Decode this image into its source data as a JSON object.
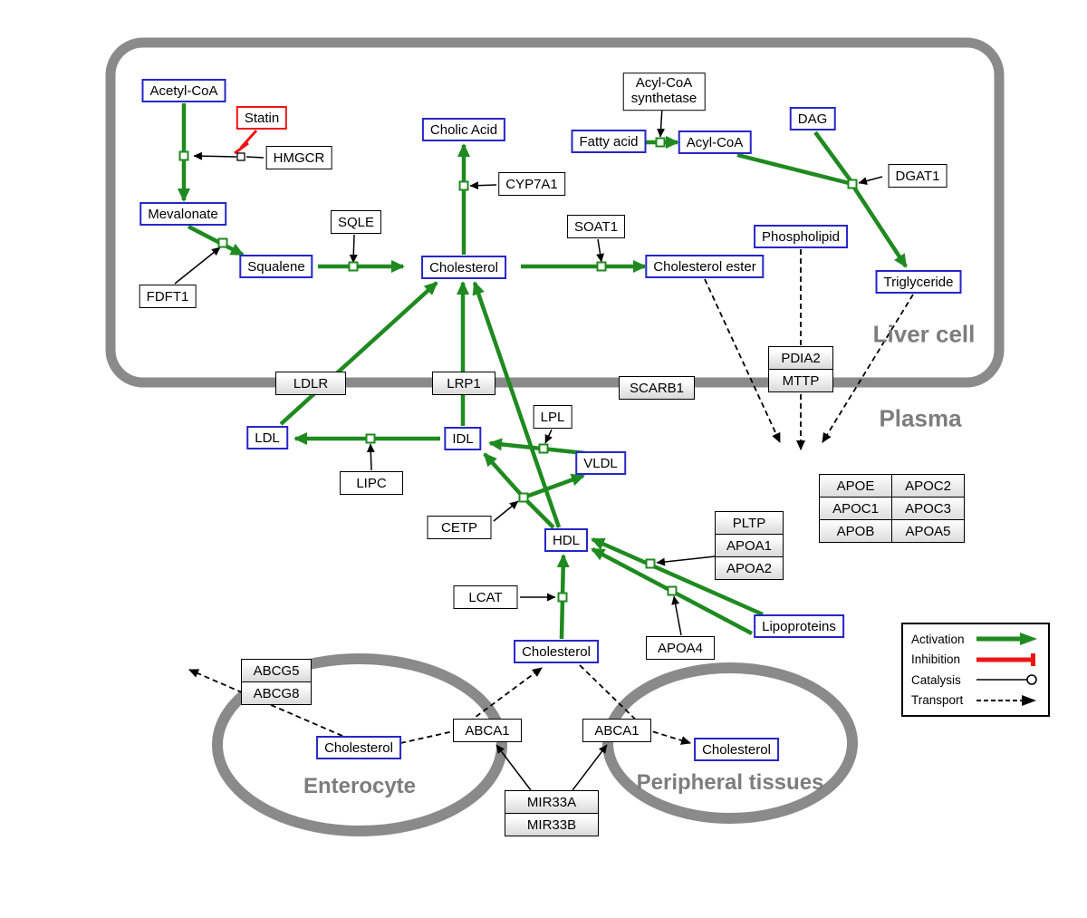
{
  "regions": {
    "liver": "Liver cell",
    "plasma": "Plasma",
    "enterocyte": "Enterocyte",
    "peripheral": "Peripheral tissues"
  },
  "nodes": {
    "acetyl_coa": "Acetyl-CoA",
    "statin": "Statin",
    "hmgcr": "HMGCR",
    "mevalonate": "Mevalonate",
    "fdft1": "FDFT1",
    "squalene": "Squalene",
    "sqle": "SQLE",
    "cholic_acid": "Cholic Acid",
    "cyp7a1": "CYP7A1",
    "cholesterol_liver": "Cholesterol",
    "soat1": "SOAT1",
    "cholesterol_ester": "Cholesterol ester",
    "acyl_coa_synthetase_line1": "Acyl-CoA",
    "acyl_coa_synthetase_line2": "synthetase",
    "fatty_acid": "Fatty acid",
    "acyl_coa": "Acyl-CoA",
    "dag": "DAG",
    "dgat1": "DGAT1",
    "phospholipid": "Phospholipid",
    "triglyceride": "Triglyceride",
    "ldlr": "LDLR",
    "lrp1": "LRP1",
    "scarb1": "SCARB1",
    "pdia2": "PDIA2",
    "mttp": "MTTP",
    "ldl": "LDL",
    "idl": "IDL",
    "lipc": "LIPC",
    "lpl": "LPL",
    "vldl": "VLDL",
    "cetp": "CETP",
    "hdl": "HDL",
    "lcat": "LCAT",
    "cholesterol_plasma": "Cholesterol",
    "apoa4": "APOA4",
    "pltp": "PLTP",
    "apoa1": "APOA1",
    "apoa2": "APOA2",
    "lipoproteins": "Lipoproteins",
    "apo_table": [
      [
        "APOE",
        "APOC2"
      ],
      [
        "APOC1",
        "APOC3"
      ],
      [
        "APOB",
        "APOA5"
      ]
    ],
    "abcg5": "ABCG5",
    "abcg8": "ABCG8",
    "cholesterol_enterocyte": "Cholesterol",
    "abca1_left": "ABCA1",
    "abca1_right": "ABCA1",
    "mir33a": "MIR33A",
    "mir33b": "MIR33B",
    "cholesterol_peripheral": "Cholesterol"
  },
  "legend": {
    "activation": "Activation",
    "inhibition": "Inhibition",
    "catalysis": "Catalysis",
    "transport": "Transport"
  },
  "colors": {
    "activation_green": "#1f8a1f",
    "inhibition_red": "#ee1414",
    "entity_border_blue": "#2626c9",
    "membrane_gray": "#8a8a8a"
  }
}
